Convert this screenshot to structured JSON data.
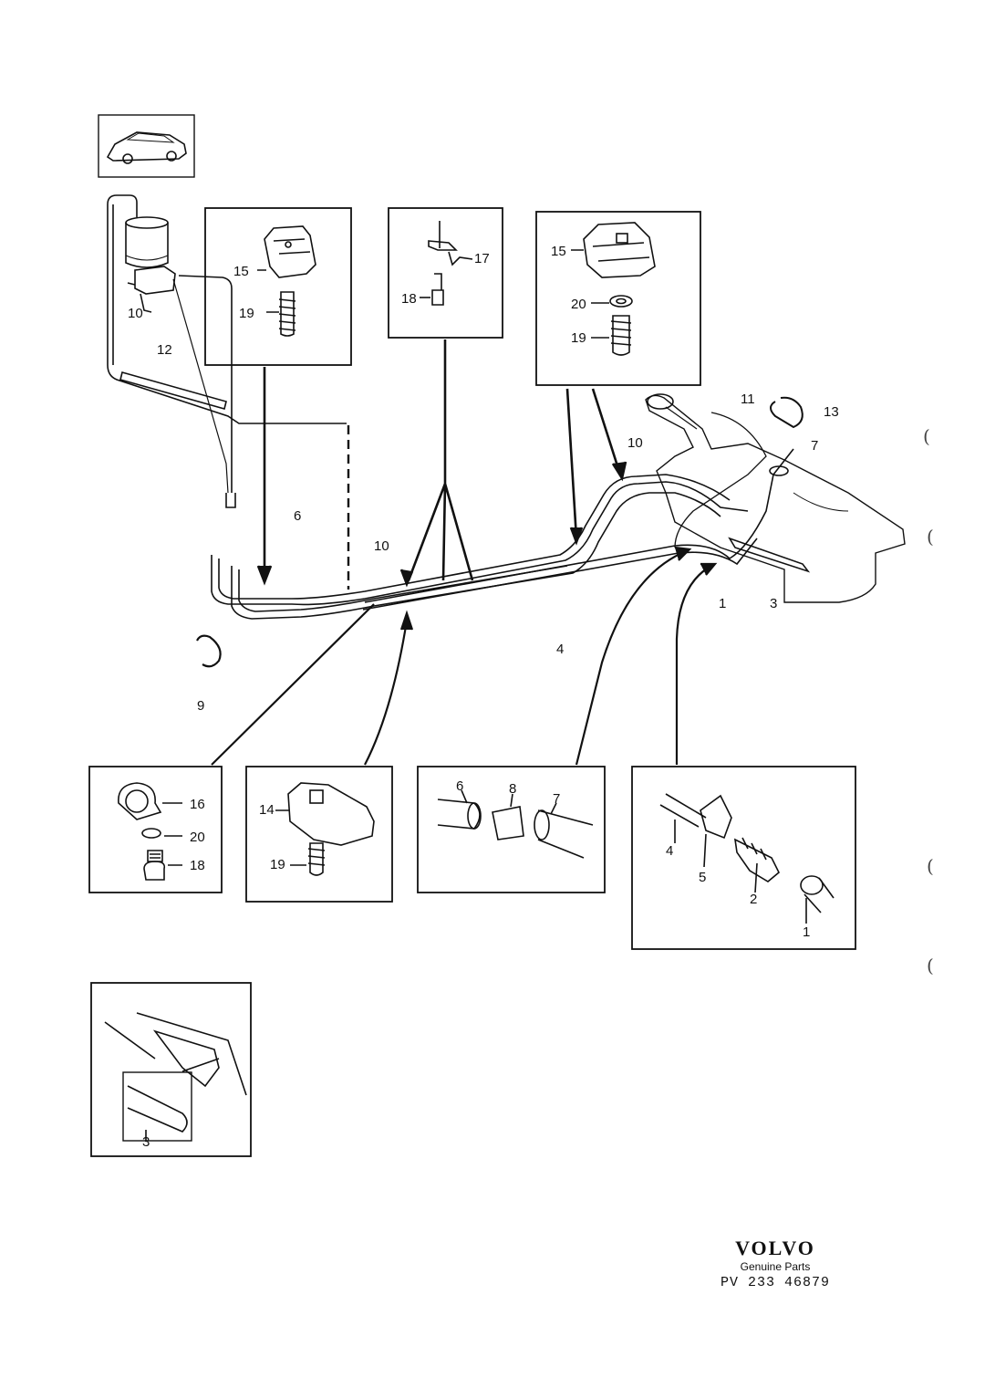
{
  "brand": {
    "logo": "VOLVO",
    "tagline": "Genuine Parts",
    "code": "PV 233 46879"
  },
  "callouts": {
    "c10a": "10",
    "c12": "12",
    "c6a": "6",
    "c10b": "10",
    "c9": "9",
    "c15a": "15",
    "c19a": "19",
    "c17": "17",
    "c18a": "18",
    "c15b": "15",
    "c20a": "20",
    "c19b": "19",
    "c11": "11",
    "c13": "13",
    "c10c": "10",
    "c7a": "7",
    "c1a": "1",
    "c3a": "3",
    "c4a": "4",
    "c16": "16",
    "c20b": "20",
    "c18b": "18",
    "c14": "14",
    "c19c": "19",
    "c6b": "6",
    "c8": "8",
    "c7b": "7",
    "c4b": "4",
    "c5": "5",
    "c2": "2",
    "c1b": "1",
    "c3b": "3"
  },
  "margin_marks": [
    "(",
    "(",
    "(",
    "("
  ]
}
